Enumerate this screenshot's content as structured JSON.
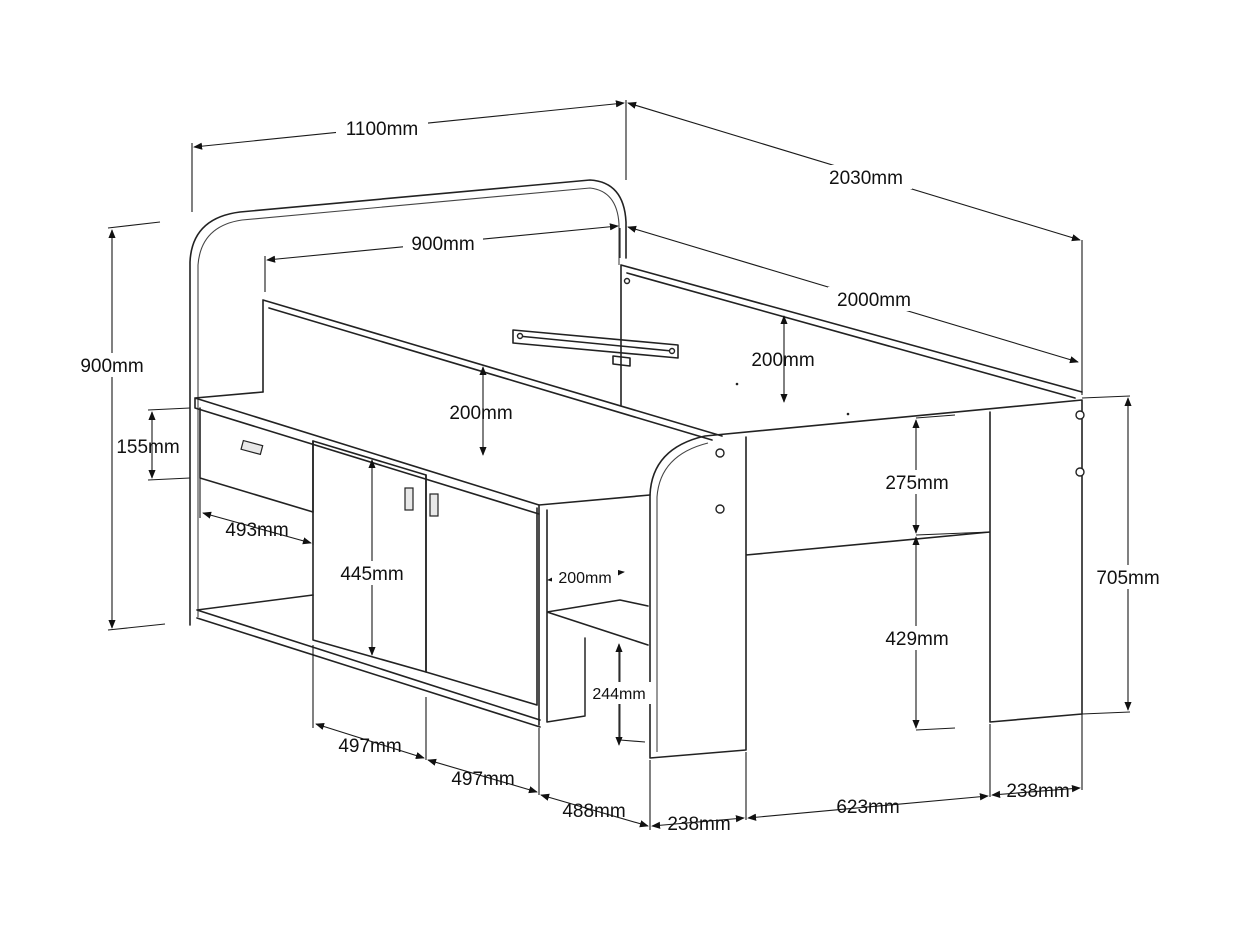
{
  "dimensions": {
    "overall_width": "1100mm",
    "overall_length": "2030mm",
    "overall_height": "900mm",
    "mattress_width": "900mm",
    "mattress_length": "2000mm",
    "guard_height_left": "200mm",
    "guard_height_right": "200mm",
    "drawer_height": "155mm",
    "drawer_width": "493mm",
    "door_height": "445mm",
    "door_width_left": "497mm",
    "door_width_right": "497mm",
    "shelf_width": "200mm",
    "shelf_height": "244mm",
    "shelf_unit_width": "488mm",
    "leg_width_front": "238mm",
    "leg_width_back": "238mm",
    "opening_width": "623mm",
    "upper_height": "275mm",
    "opening_height": "429mm",
    "end_height": "705mm"
  }
}
